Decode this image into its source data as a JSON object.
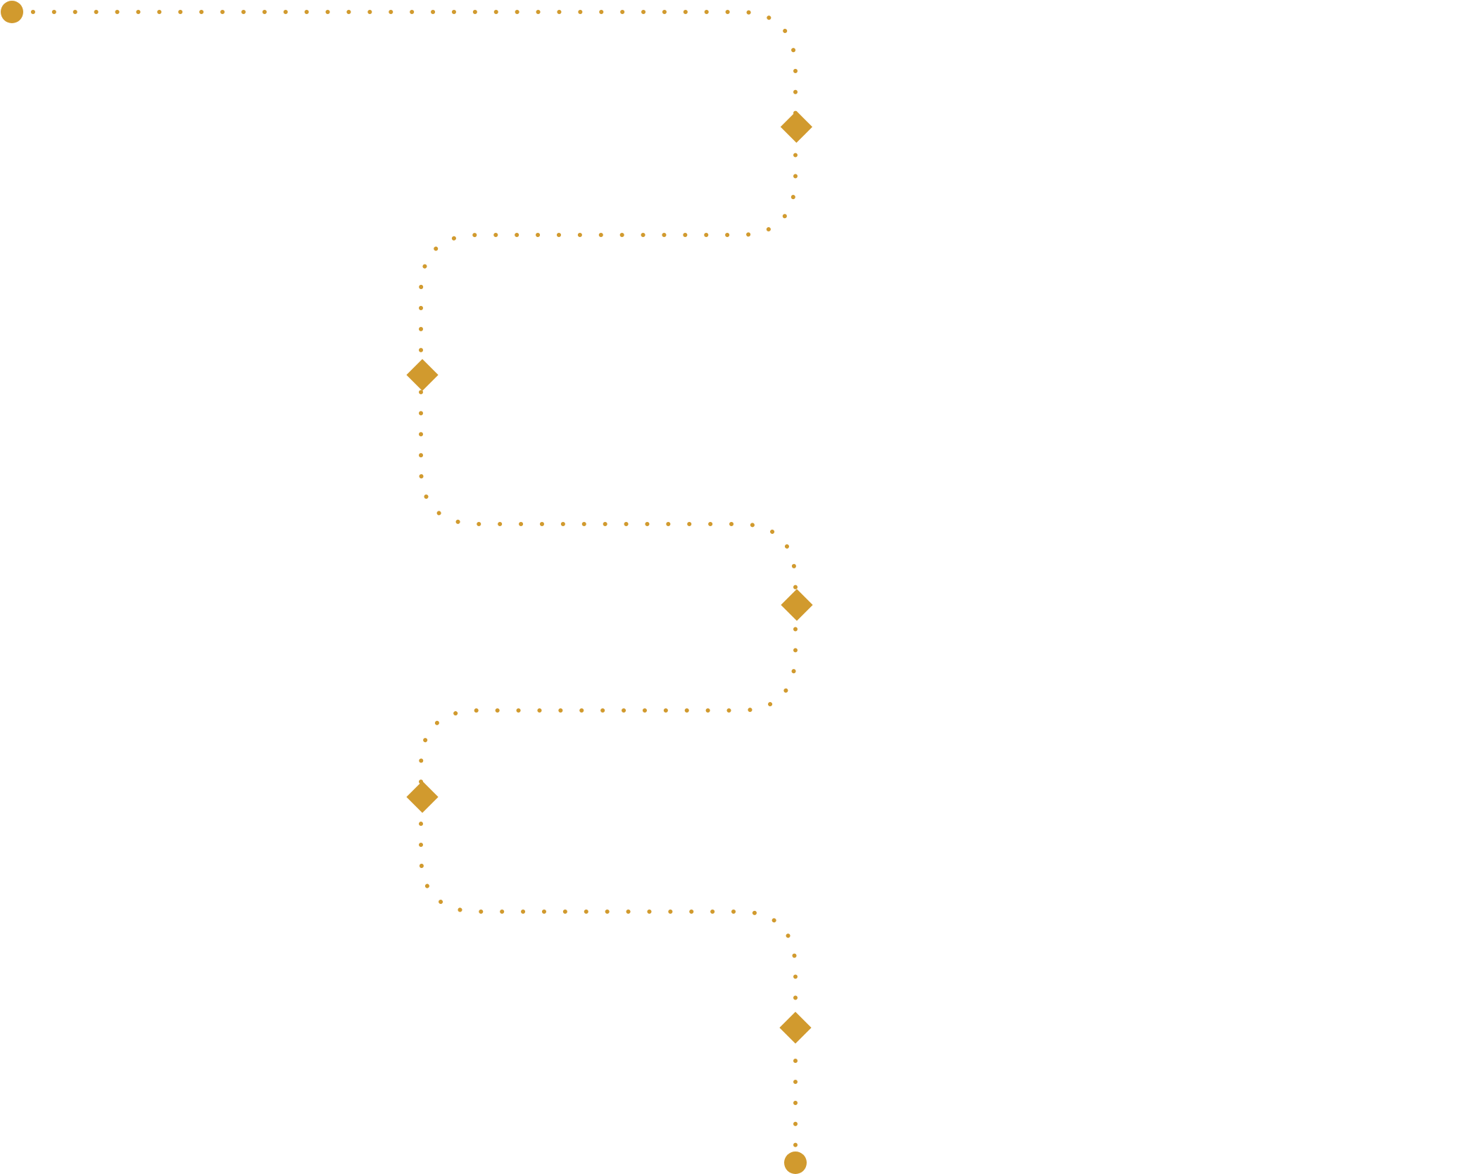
{
  "diagram": {
    "type": "winding-timeline-path",
    "accent_color": "#D19A2E",
    "background_color": "#FFFFFF",
    "path_style": "dotted",
    "nodes": [
      {
        "id": "start",
        "marker": "circle-dot-icon"
      },
      {
        "id": "milestone-1",
        "marker": "diamond-icon"
      },
      {
        "id": "milestone-2",
        "marker": "diamond-icon"
      },
      {
        "id": "milestone-3",
        "marker": "diamond-icon"
      },
      {
        "id": "milestone-4",
        "marker": "diamond-icon"
      },
      {
        "id": "milestone-5",
        "marker": "diamond-icon"
      },
      {
        "id": "end",
        "marker": "circle-dot-icon"
      }
    ]
  }
}
